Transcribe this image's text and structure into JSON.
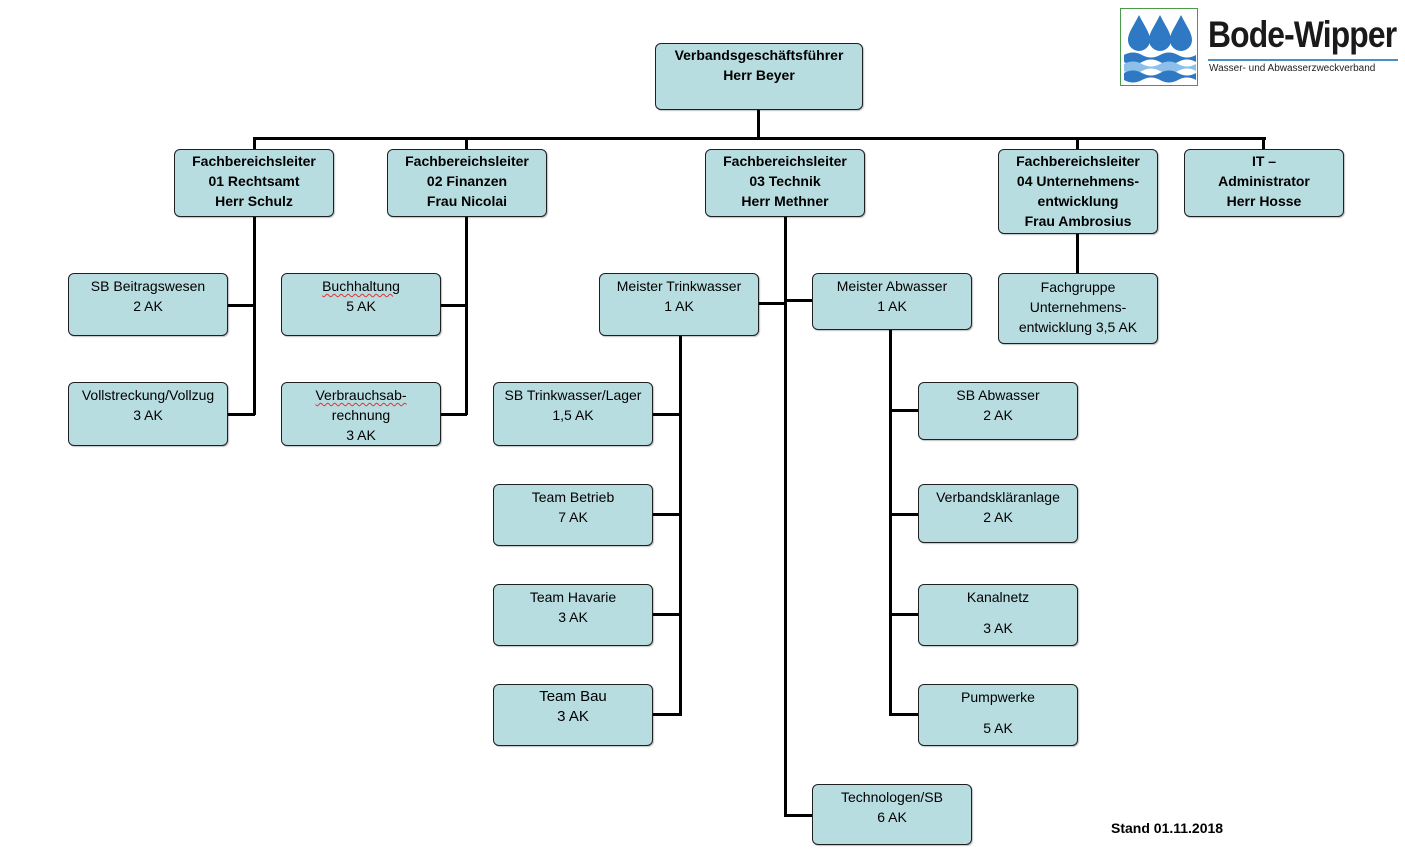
{
  "logo": {
    "name": "Bode-Wipper",
    "subtitle": "Wasser- und Abwasserzweckverband",
    "colors": {
      "drop": "#2f78c4",
      "wave_dark": "#2f78c4",
      "wave_light": "#8cc0ea",
      "frame": "#4a9a4a"
    }
  },
  "stand": "Stand 01.11.2018",
  "colors": {
    "box_fill": "#b8dde1",
    "box_border": "#1f1f1f",
    "connector": "#000000"
  },
  "nodes": {
    "gf": {
      "lines": [
        "Verbandsgeschäftsführer",
        "Herr Beyer"
      ]
    },
    "rechtsamt": {
      "lines": [
        "Fachbereichsleiter",
        "01 Rechtsamt",
        "Herr Schulz"
      ]
    },
    "finanzen": {
      "lines": [
        "Fachbereichsleiter",
        "02  Finanzen",
        "Frau Nicolai"
      ]
    },
    "technik": {
      "lines": [
        "Fachbereichsleiter",
        "03 Technik",
        "Herr Methner"
      ]
    },
    "unternehmen": {
      "lines": [
        "Fachbereichsleiter",
        "04 Unternehmens-",
        "entwicklung",
        "Frau Ambrosius"
      ]
    },
    "it": {
      "lines": [
        "IT –",
        "Administrator",
        "Herr Hosse"
      ]
    },
    "beitrag": {
      "lines": [
        "SB Beitragswesen",
        "2 AK"
      ]
    },
    "vollstreckung": {
      "lines": [
        "Vollstreckung/Vollzug",
        "3 AK"
      ]
    },
    "buchhaltung": {
      "lines": [
        "Buchhaltung",
        "5 AK"
      ]
    },
    "verbrauch": {
      "lines": [
        "Verbrauchsab-",
        "rechnung",
        "3 AK"
      ]
    },
    "meister_tw": {
      "lines": [
        "Meister  Trinkwasser",
        "1 AK"
      ]
    },
    "meister_aw": {
      "lines": [
        "Meister  Abwasser",
        "1 AK"
      ]
    },
    "fachgruppe": {
      "lines": [
        "Fachgruppe",
        "Unternehmens-",
        "entwicklung  3,5 AK"
      ]
    },
    "sb_tw": {
      "lines": [
        "SB Trinkwasser/Lager",
        "1,5 AK"
      ]
    },
    "betrieb": {
      "lines": [
        "Team Betrieb",
        "7 AK"
      ]
    },
    "havarie": {
      "lines": [
        "Team Havarie",
        "3 AK"
      ]
    },
    "bau": {
      "lines": [
        "Team Bau",
        "3 AK"
      ]
    },
    "sb_aw": {
      "lines": [
        "SB Abwasser",
        "2 AK"
      ]
    },
    "klaeranlage": {
      "lines": [
        "Verbandskläranlage",
        "2 AK"
      ]
    },
    "kanalnetz": {
      "lines": [
        "Kanalnetz",
        "3 AK"
      ]
    },
    "pumpwerke": {
      "lines": [
        "Pumpwerke",
        "5 AK"
      ]
    },
    "technologen": {
      "lines": [
        "Technologen/SB",
        "6 AK"
      ]
    }
  }
}
